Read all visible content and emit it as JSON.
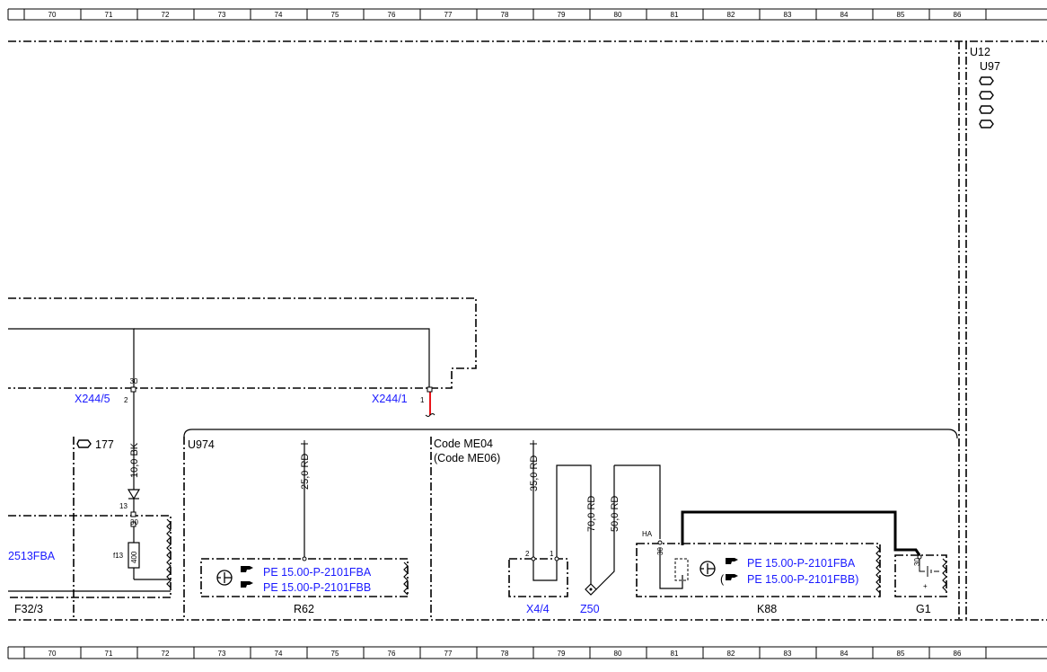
{
  "ruler": {
    "columns": [
      "70",
      "71",
      "72",
      "73",
      "74",
      "75",
      "76",
      "77",
      "78",
      "79",
      "80",
      "81",
      "82",
      "83",
      "84",
      "85",
      "86"
    ]
  },
  "diagram": {
    "connectors": {
      "x244_5": {
        "label": "X244/5",
        "pin": "2",
        "top_pin": "30"
      },
      "x244_1": {
        "label": "X244/1",
        "pin": "1"
      },
      "x4_4": {
        "label": "X4/4",
        "pin_left": "2",
        "pin_right": "1"
      },
      "z50": {
        "label": "Z50"
      }
    },
    "groups": {
      "u12": "U12",
      "u97": "U97",
      "u974": "U974",
      "ref_177": "177",
      "code_me04": "Code ME04",
      "code_me06": "(Code ME06)"
    },
    "wires": {
      "w_10bk": "10,0 BK",
      "w_25rd": "25,0 RD",
      "w_35rd": "35,0 RD",
      "w_70rd": "70,0 RD",
      "w_50rd": "50,0 RD"
    },
    "fuse": {
      "pin_top": "13",
      "pin_30": "30",
      "name": "f13",
      "value": "400"
    },
    "left_ref": "2513FBA",
    "f32_3": "F32/3",
    "r62": {
      "label": "R62",
      "refs": [
        "PE 15.00-P-2101FBA",
        "PE 15.00-P-2101FBB"
      ]
    },
    "k88": {
      "label": "K88",
      "ha": "HA",
      "pin": "30",
      "refs": [
        "PE 15.00-P-2101FBA",
        "PE 15.00-P-2101FBB)"
      ],
      "open_paren": "("
    },
    "g1": {
      "label": "G1",
      "pin": "30",
      "plus": "+"
    }
  },
  "colors": {
    "link": "#1a1aff",
    "line": "#000000",
    "highlight_wire": "#e8151b"
  }
}
